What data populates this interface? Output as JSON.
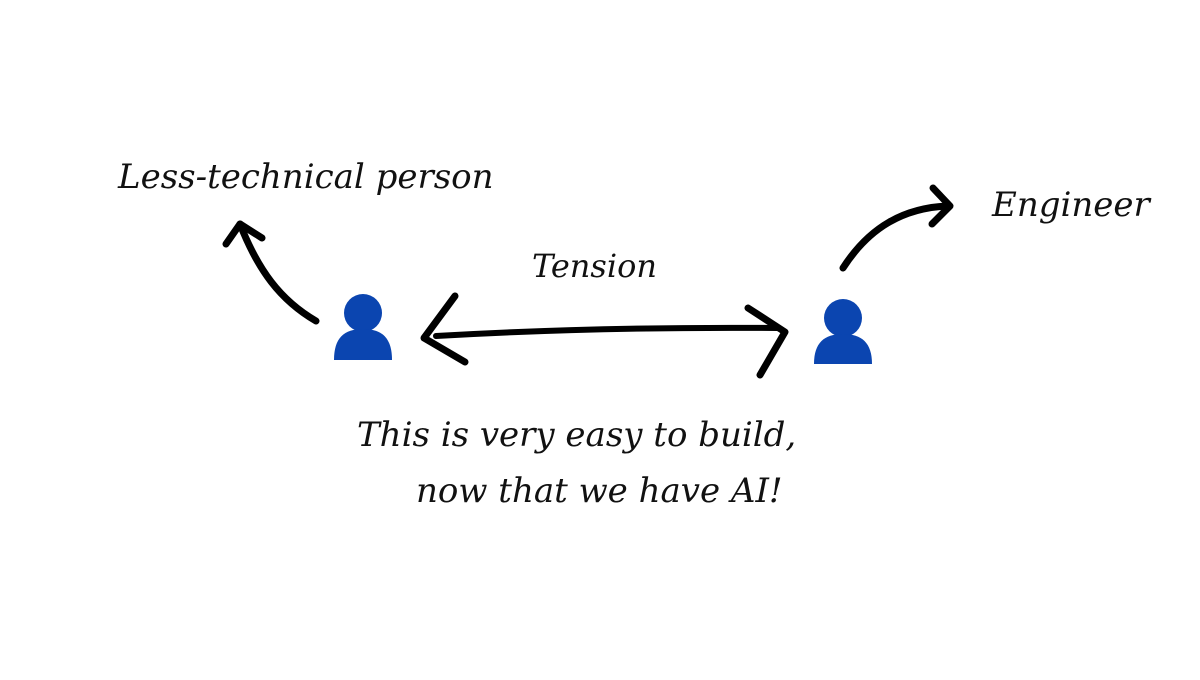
{
  "diagram": {
    "labels": {
      "left_person": "Less-technical person",
      "right_person": "Engineer",
      "center": "Tension",
      "quote_line1": "This is very easy to build,",
      "quote_line2": "now that we have AI!"
    },
    "colors": {
      "person_icon": "#0B45B0",
      "ink": "#000000"
    },
    "icons": {
      "left": "person-icon",
      "right": "person-icon"
    }
  }
}
